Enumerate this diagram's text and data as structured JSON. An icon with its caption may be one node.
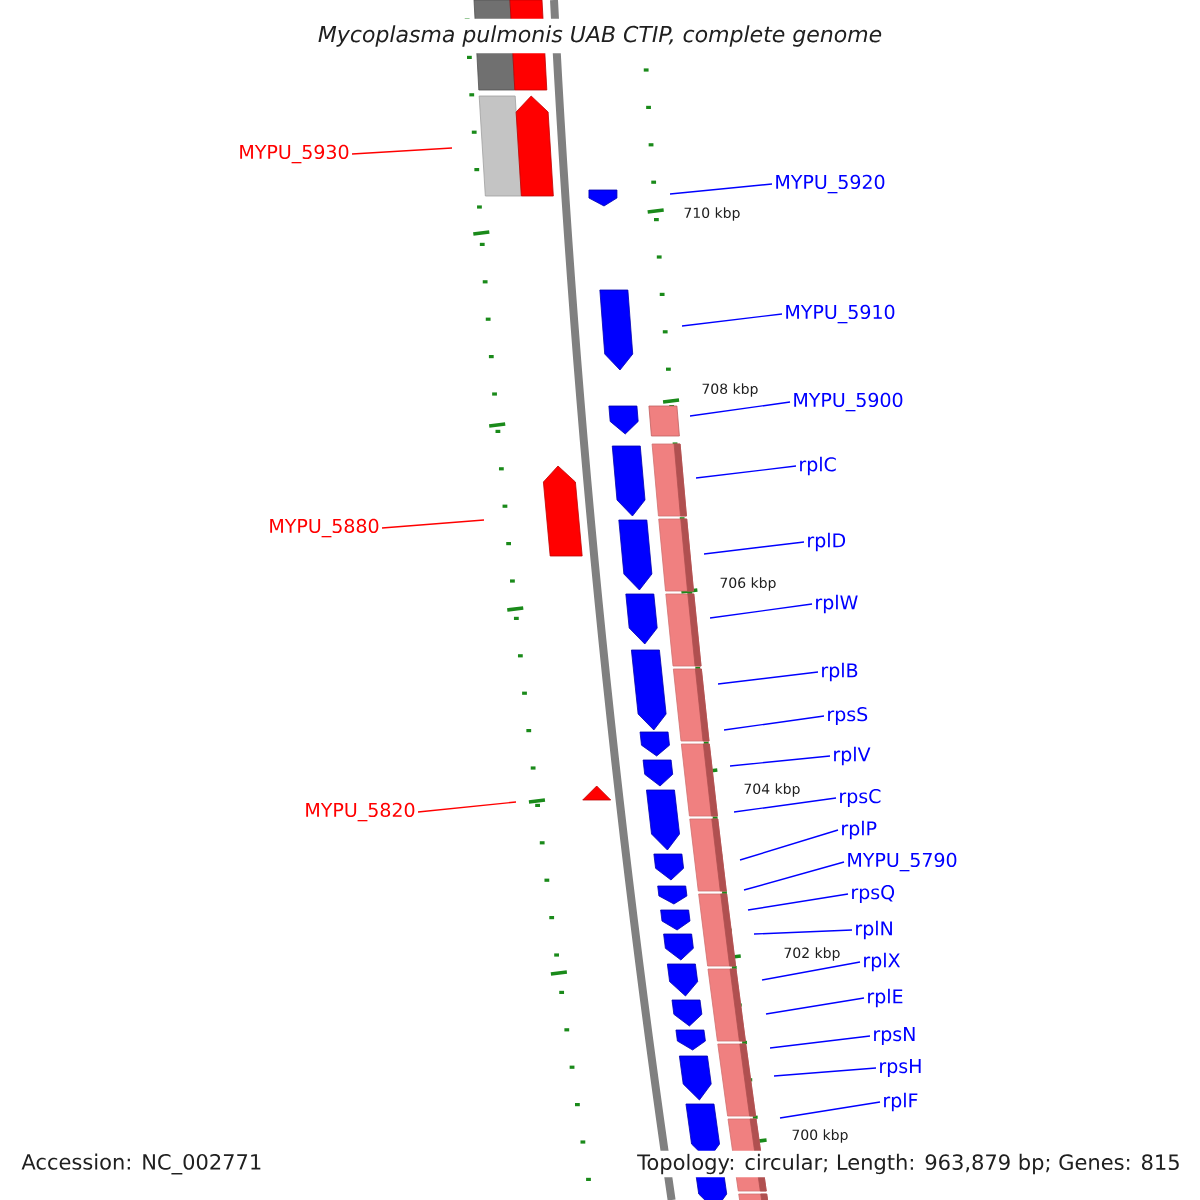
{
  "diagram": {
    "title": "Mycoplasma pulmonis UAB CTIP, complete genome",
    "nodes": [
      {
        "text": [
          "MYPU_5930"
        ]
      },
      {
        "text": [
          "MYPU_5920"
        ]
      },
      {
        "text": [
          "MYPU_5910"
        ]
      },
      {
        "text": [
          "MYPU_5900"
        ]
      },
      {
        "text": [
          "rplC"
        ]
      },
      {
        "text": [
          "MYPU_5880"
        ]
      },
      {
        "text": [
          "rplD"
        ]
      },
      {
        "text": [
          "rplW"
        ]
      },
      {
        "text": [
          "rplB"
        ]
      },
      {
        "text": [
          "rpsS"
        ]
      },
      {
        "text": [
          "rplV"
        ]
      },
      {
        "text": [
          "rpsC"
        ]
      },
      {
        "text": [
          "MYPU_5820"
        ]
      },
      {
        "text": [
          "rplP"
        ]
      },
      {
        "text": [
          "MYPU_5790"
        ]
      },
      {
        "text": [
          "rpsQ"
        ]
      },
      {
        "text": [
          "rplN"
        ]
      },
      {
        "text": [
          "rplX"
        ]
      },
      {
        "text": [
          "rplE"
        ]
      },
      {
        "text": [
          "rpsN"
        ]
      },
      {
        "text": [
          "rpsH"
        ]
      },
      {
        "text": [
          "rplF"
        ]
      }
    ],
    "edges": [
      {
        "from": 0,
        "to": null,
        "arrow": "none",
        "color": "#ff0000"
      },
      {
        "from": 1,
        "to": null,
        "arrow": "none"
      },
      {
        "from": 2,
        "to": null,
        "arrow": "none"
      },
      {
        "from": 3,
        "to": null,
        "arrow": "none"
      },
      {
        "from": 4,
        "to": null,
        "arrow": "none"
      },
      {
        "from": 5,
        "to": null,
        "arrow": "none",
        "color": "#ff0000"
      },
      {
        "from": 6,
        "to": null,
        "arrow": "none"
      },
      {
        "from": 7,
        "to": null,
        "arrow": "none"
      },
      {
        "from": 8,
        "to": null,
        "arrow": "none"
      },
      {
        "from": 9,
        "to": null,
        "arrow": "none"
      },
      {
        "from": 10,
        "to": null,
        "arrow": "none"
      },
      {
        "from": 11,
        "to": null,
        "arrow": "none"
      },
      {
        "from": 12,
        "to": null,
        "arrow": "none",
        "color": "#ff0000"
      },
      {
        "from": 13,
        "to": null,
        "arrow": "none"
      },
      {
        "from": 14,
        "to": null,
        "arrow": "none"
      },
      {
        "from": 15,
        "to": null,
        "arrow": "none"
      },
      {
        "from": 16,
        "to": null,
        "arrow": "none"
      },
      {
        "from": 17,
        "to": null,
        "arrow": "none"
      },
      {
        "from": 18,
        "to": null,
        "arrow": "none"
      },
      {
        "from": 19,
        "to": null,
        "arrow": "none"
      },
      {
        "from": 20,
        "to": null,
        "arrow": "none"
      },
      {
        "from": 21,
        "to": null,
        "arrow": "none"
      }
    ],
    "labels": [
      "710 kbp",
      "708 kbp",
      "706 kbp",
      "704 kbp",
      "702 kbp",
      "700 kbp",
      "Accession: NC_002771",
      "Topology: circular; Length: 963,879 bp; Genes: 815"
    ]
  }
}
